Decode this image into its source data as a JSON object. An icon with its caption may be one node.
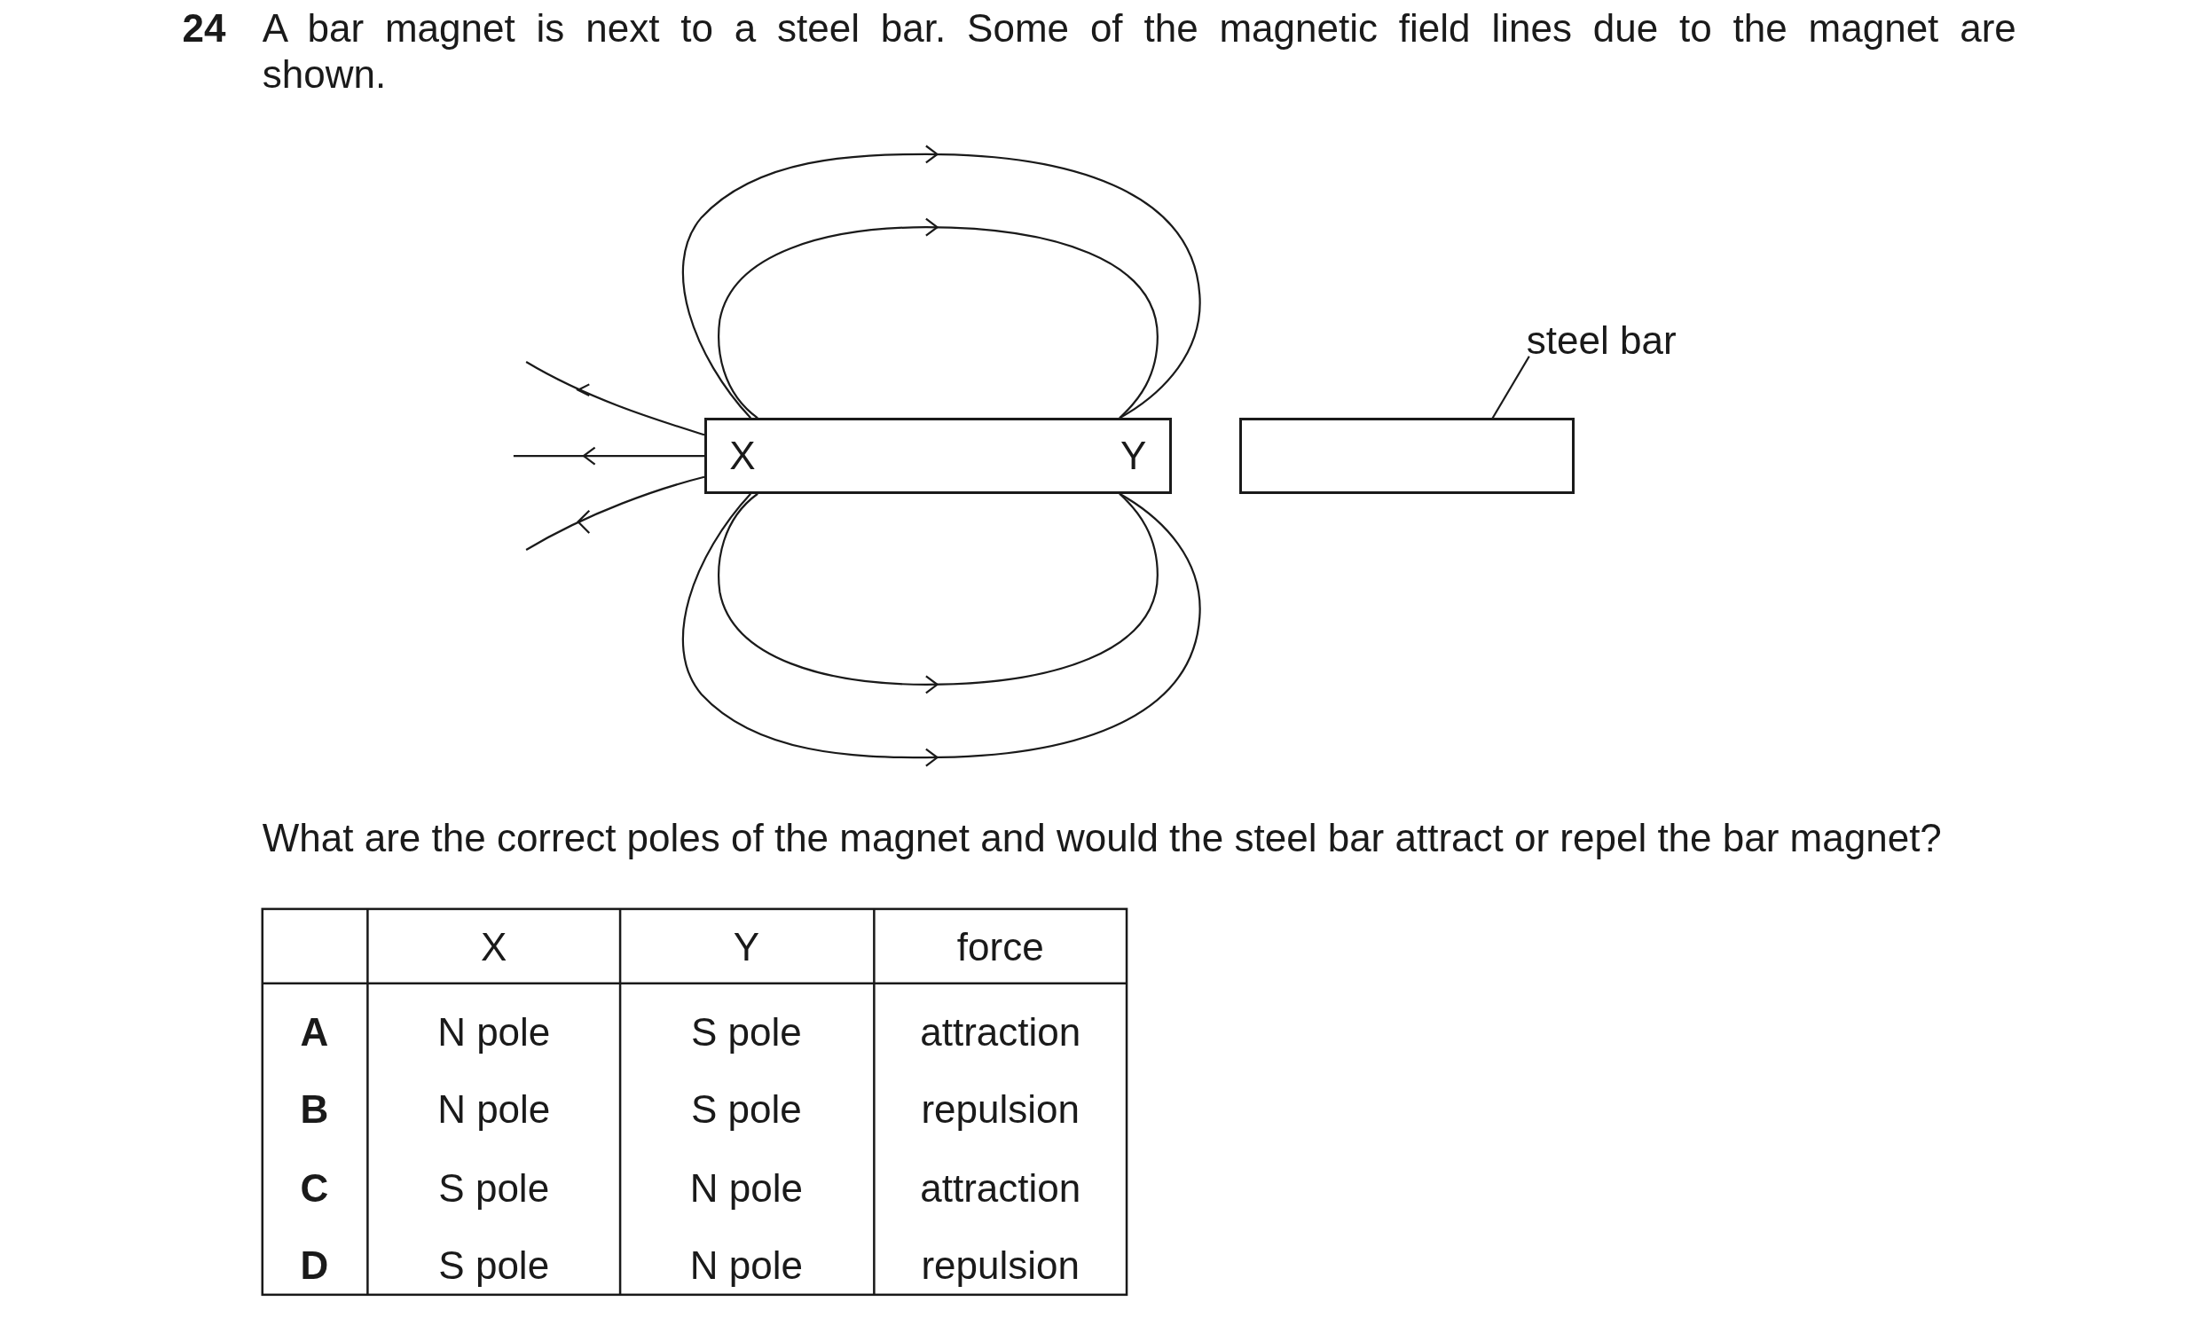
{
  "diagram": {
    "title": "A bar magnet is next to a steel bar. Some of the magnetic field lines due to the magnet are shown.",
    "nodes": [
      {
        "text": [
          "X",
          "Y"
        ]
      },
      {
        "text": [],
        "shape": "bar"
      },
      {
        "text": [
          "steel bar"
        ]
      }
    ],
    "edges": [
      {
        "from": 2,
        "to": 1,
        "arrow": "none"
      }
    ],
    "labels": [
      "24",
      "What are the correct poles of the magnet and would the steel bar attract or repel the bar magnet?",
      "X",
      "Y",
      "force",
      "A",
      "N pole",
      "S pole",
      "attraction",
      "B",
      "N pole",
      "S pole",
      "repulsion",
      "C",
      "S pole",
      "N pole",
      "attraction",
      "D",
      "S pole",
      "N pole",
      "repulsion"
    ]
  }
}
